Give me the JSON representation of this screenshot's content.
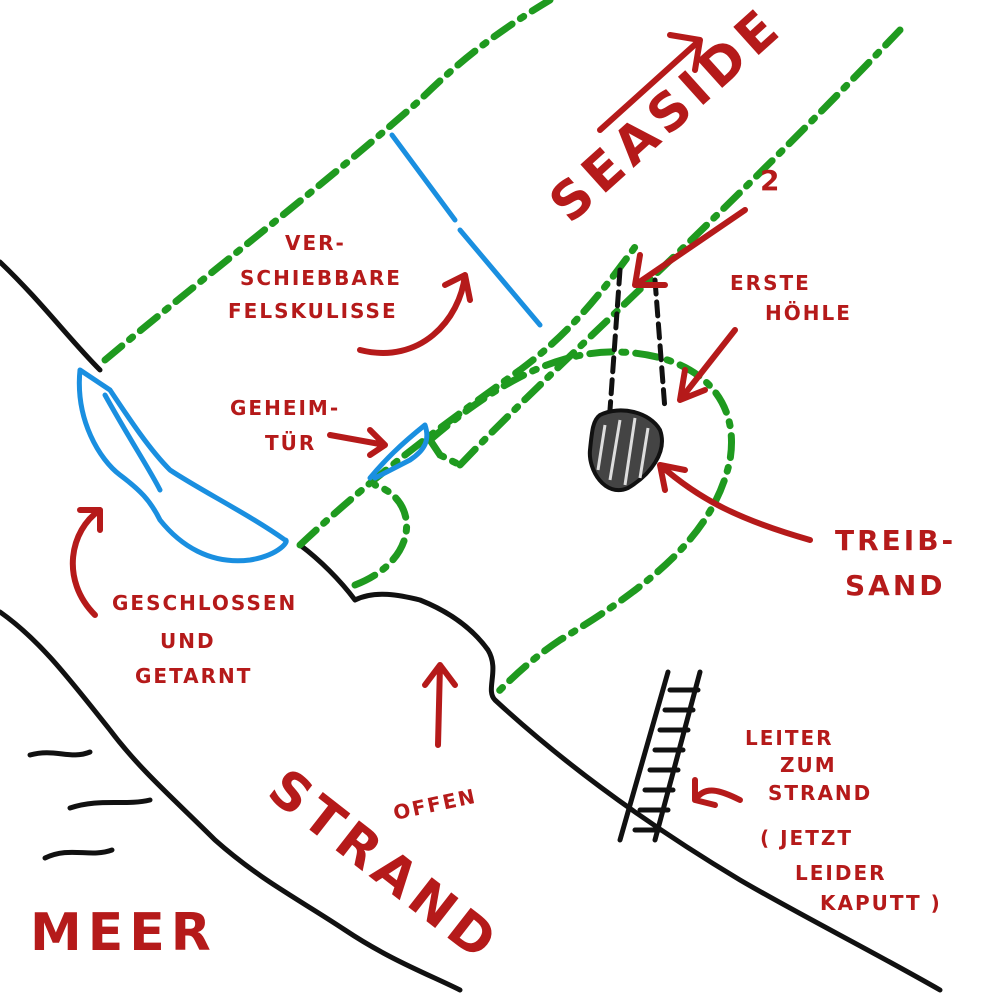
{
  "map": {
    "labels": {
      "seaside": "SEASIDE",
      "number": "2",
      "erste_hoehle": [
        "ERSTE",
        "HÖHLE"
      ],
      "felskulisse": [
        "VER-",
        "SCHIEBBARE",
        "FELSKULISSE"
      ],
      "geheimtuer": [
        "GEHEIM-",
        "TÜR"
      ],
      "geschlossen": [
        "GESCHLOSSEN",
        "UND",
        "GETARNT"
      ],
      "treibsand": [
        "TREIB-",
        "SAND"
      ],
      "offen": "OFFEN",
      "strand": "STRAND",
      "meer": "MEER",
      "leiter": [
        "LEITER",
        "ZUM",
        "STRAND",
        "( JETZT",
        "LEIDER",
        "KAPUTT )"
      ]
    },
    "colors": {
      "annotation": "#b51a1a",
      "outline": "#111111",
      "route": "#1f9a1f",
      "wall": "#1a8fe0"
    }
  }
}
